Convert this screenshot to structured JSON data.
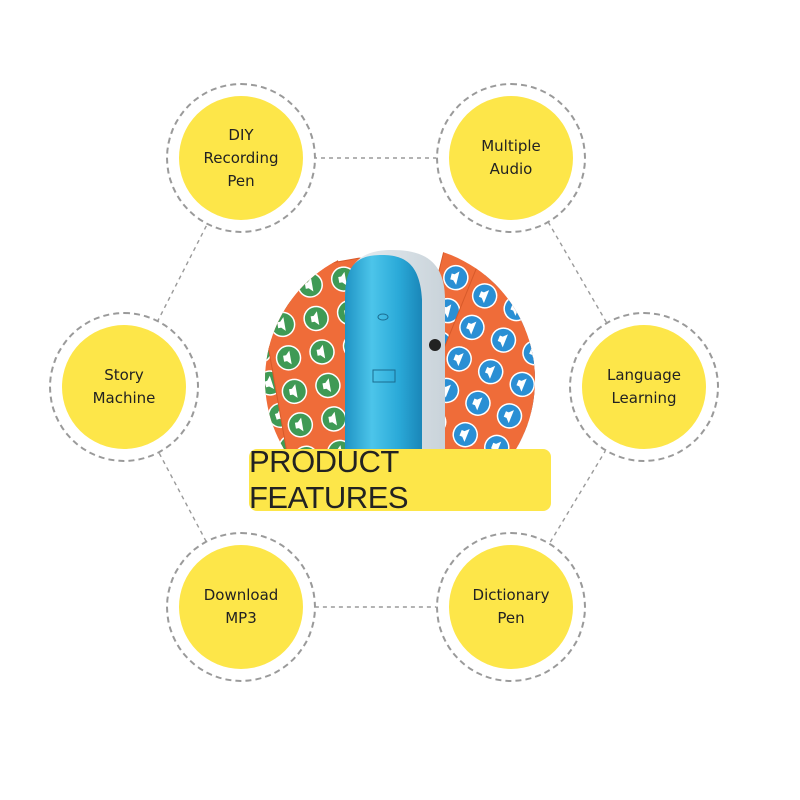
{
  "features": {
    "diy": "DIY\nRecording\nPen",
    "audio": "Multiple\nAudio",
    "story": "Story\nMachine",
    "language": "Language\nLearning",
    "mp3": "Download\nMP3",
    "dictionary": "Dictionary\nPen"
  },
  "banner": "PRODUCT FEATURES",
  "colors": {
    "circle_fill": "#fde649",
    "banner_fill": "#fde649",
    "sticker_orange": "#ef6c39",
    "sticker_green": "#3f9a55",
    "sticker_blue": "#2a8fd4",
    "pen_blue": "#2fb2dc"
  },
  "icons": [
    "speaker-icon"
  ]
}
